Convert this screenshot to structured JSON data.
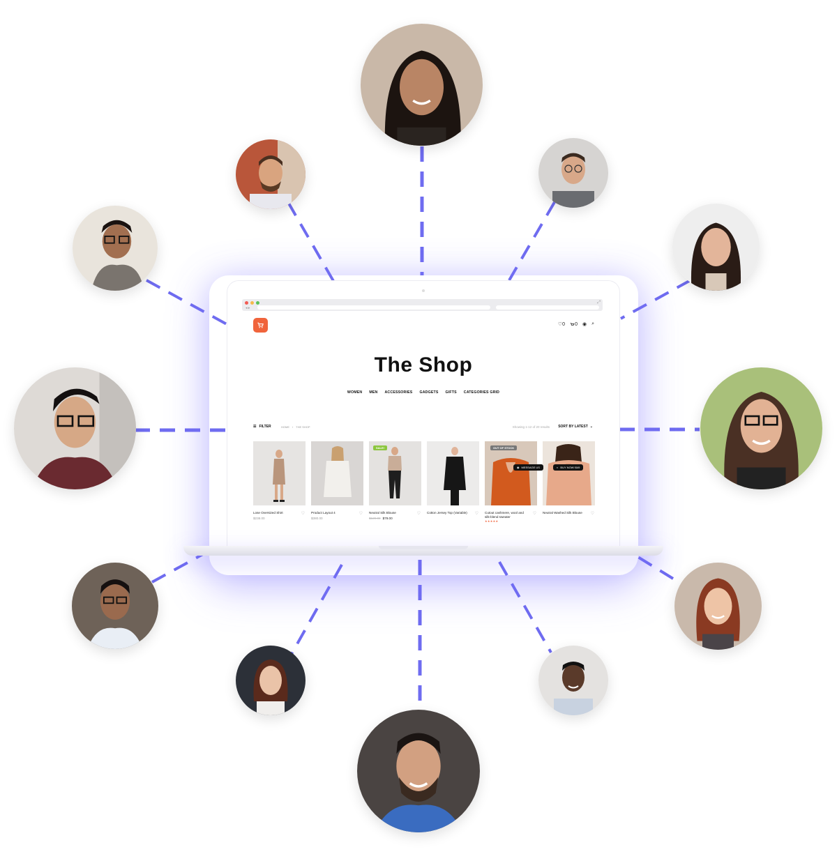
{
  "theme": {
    "accent": "#6f6cf0",
    "brand": "#f0643c",
    "sale": "#8cc63f",
    "stock": "#777777"
  },
  "shop": {
    "title": "The Shop",
    "header_icons": [
      {
        "name": "heart-icon",
        "count": "0"
      },
      {
        "name": "cart-icon",
        "count": "0"
      },
      {
        "name": "user-icon",
        "count": ""
      },
      {
        "name": "search-icon",
        "count": ""
      }
    ],
    "categories": [
      "WOMEN",
      "MEN",
      "ACCESSORIES",
      "GADGETS",
      "GIFTS",
      "CATEGORIES GRID"
    ],
    "filter_label": "FILTER",
    "breadcrumb": [
      "HOME",
      "/",
      "THE SHOP"
    ],
    "results_text": "Showing 1-12 of 20 results",
    "sort_label": "SORT BY LATEST",
    "products": [
      {
        "name": "Lose Oversized Shirt",
        "price": "$238.00",
        "old_price": "",
        "badge": ""
      },
      {
        "name": "Product Layout 4",
        "price": "$380.00",
        "old_price": "",
        "badge": ""
      },
      {
        "name": "Neutral Silk Blouse",
        "price": "$79.00",
        "old_price": "$129.00",
        "badge": "SALE!"
      },
      {
        "name": "Cotton Jersey Top (Variable)",
        "price": "",
        "old_price": "",
        "badge": ""
      },
      {
        "name": "Cutout cashmere, wool and silk-blend sweater",
        "price": "",
        "old_price": "",
        "badge": "OUT OF STOCK",
        "rating": 5
      },
      {
        "name": "Neutral Washed Silk Blouse",
        "price": "",
        "old_price": "",
        "badge": ""
      }
    ],
    "message_button": "MESSAGE US",
    "buy_button": "BUY NOW! $49"
  }
}
